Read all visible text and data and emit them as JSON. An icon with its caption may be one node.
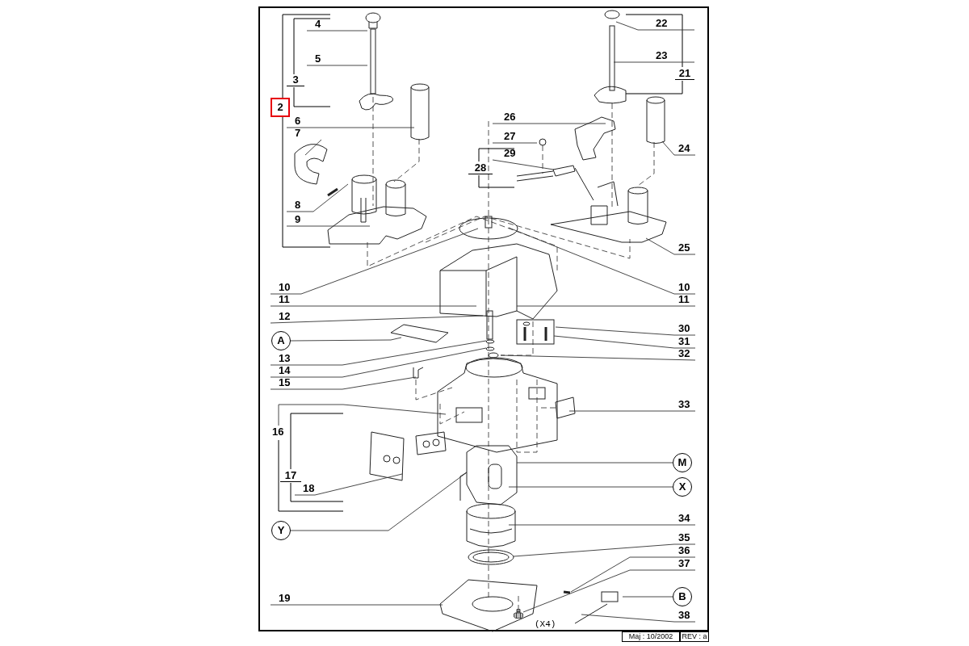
{
  "diagram": {
    "nodes": [
      {
        "text": [
          "4"
        ]
      },
      {
        "text": [
          "5"
        ]
      },
      {
        "text": [
          "6"
        ]
      },
      {
        "text": [
          "7"
        ]
      },
      {
        "text": [
          "8"
        ]
      },
      {
        "text": [
          "9"
        ]
      },
      {
        "text": [
          "10"
        ]
      },
      {
        "text": [
          "11"
        ]
      },
      {
        "text": [
          "12"
        ]
      },
      {
        "text": [
          "A"
        ]
      },
      {
        "text": [
          "13"
        ]
      },
      {
        "text": [
          "14"
        ]
      },
      {
        "text": [
          "15"
        ]
      },
      {
        "text": [
          "16"
        ]
      },
      {
        "text": [
          "18"
        ]
      },
      {
        "text": [
          "Y"
        ]
      },
      {
        "text": [
          "19"
        ]
      },
      {
        "text": [
          "22"
        ]
      },
      {
        "text": [
          "23"
        ]
      },
      {
        "text": [
          "26"
        ]
      },
      {
        "text": [
          "27"
        ]
      },
      {
        "text": [
          "29"
        ]
      },
      {
        "text": [
          "24"
        ]
      },
      {
        "text": [
          "25"
        ]
      },
      {
        "text": [
          "10"
        ]
      },
      {
        "text": [
          "11"
        ]
      },
      {
        "text": [
          "30"
        ]
      },
      {
        "text": [
          "31"
        ]
      },
      {
        "text": [
          "32"
        ]
      },
      {
        "text": [
          "33"
        ]
      },
      {
        "text": [
          "M"
        ]
      },
      {
        "text": [
          "X"
        ]
      },
      {
        "text": [
          "34"
        ]
      },
      {
        "text": [
          "35"
        ]
      },
      {
        "text": [
          "36"
        ]
      },
      {
        "text": [
          "37"
        ]
      },
      {
        "text": [
          "B"
        ]
      },
      {
        "text": [
          "38"
        ]
      },
      {
        "text": [],
        "shape": "picture",
        "beside": [
          "(X4)"
        ]
      }
    ],
    "edges": [
      {
        "from": 0,
        "to": null,
        "arrow": "none"
      },
      {
        "from": 1,
        "to": null,
        "arrow": "none"
      },
      {
        "from": 2,
        "to": null,
        "arrow": "none"
      },
      {
        "from": 3,
        "to": null,
        "arrow": "none"
      },
      {
        "from": 4,
        "to": null,
        "arrow": "none"
      },
      {
        "from": 5,
        "to": null,
        "arrow": "none"
      },
      {
        "from": 6,
        "to": null,
        "arrow": "none"
      },
      {
        "from": 7,
        "to": null,
        "arrow": "none"
      },
      {
        "from": 8,
        "to": null,
        "arrow": "none"
      },
      {
        "from": 9,
        "to": null,
        "arrow": "none"
      },
      {
        "from": 10,
        "to": null,
        "arrow": "none"
      },
      {
        "from": 11,
        "to": null,
        "arrow": "none"
      },
      {
        "from": 12,
        "to": null,
        "arrow": "none"
      },
      {
        "from": 13,
        "to": null,
        "arrow": "none"
      },
      {
        "from": 14,
        "to": null,
        "arrow": "none"
      },
      {
        "from": 15,
        "to": null,
        "arrow": "none"
      },
      {
        "from": 16,
        "to": null,
        "arrow": "none"
      },
      {
        "from": 17,
        "to": null,
        "arrow": "none"
      },
      {
        "from": 18,
        "to": null,
        "arrow": "none"
      },
      {
        "from": 19,
        "to": null,
        "arrow": "none"
      },
      {
        "from": 20,
        "to": null,
        "arrow": "none"
      },
      {
        "from": 21,
        "to": null,
        "arrow": "none"
      },
      {
        "from": 22,
        "to": null,
        "arrow": "none"
      },
      {
        "from": 23,
        "to": null,
        "arrow": "none"
      },
      {
        "from": 24,
        "to": null,
        "arrow": "none"
      },
      {
        "from": 25,
        "to": null,
        "arrow": "none"
      },
      {
        "from": 26,
        "to": null,
        "arrow": "none"
      },
      {
        "from": 27,
        "to": null,
        "arrow": "none"
      },
      {
        "from": 28,
        "to": null,
        "arrow": "none"
      },
      {
        "from": 29,
        "to": null,
        "arrow": "none"
      },
      {
        "from": 30,
        "to": null,
        "arrow": "none"
      },
      {
        "from": 31,
        "to": null,
        "arrow": "none"
      },
      {
        "from": 32,
        "to": null,
        "arrow": "none"
      },
      {
        "from": 33,
        "to": null,
        "arrow": "none"
      },
      {
        "from": 34,
        "to": null,
        "arrow": "none"
      },
      {
        "from": 35,
        "to": 38,
        "arrow": "none"
      },
      {
        "from": 36,
        "to": null,
        "arrow": "none"
      },
      {
        "from": 37,
        "to": null,
        "arrow": "none"
      }
    ],
    "labels": [
      "3",
      "21",
      "2",
      "28",
      "17",
      "Maj : 10/2002",
      "REV : a"
    ]
  }
}
